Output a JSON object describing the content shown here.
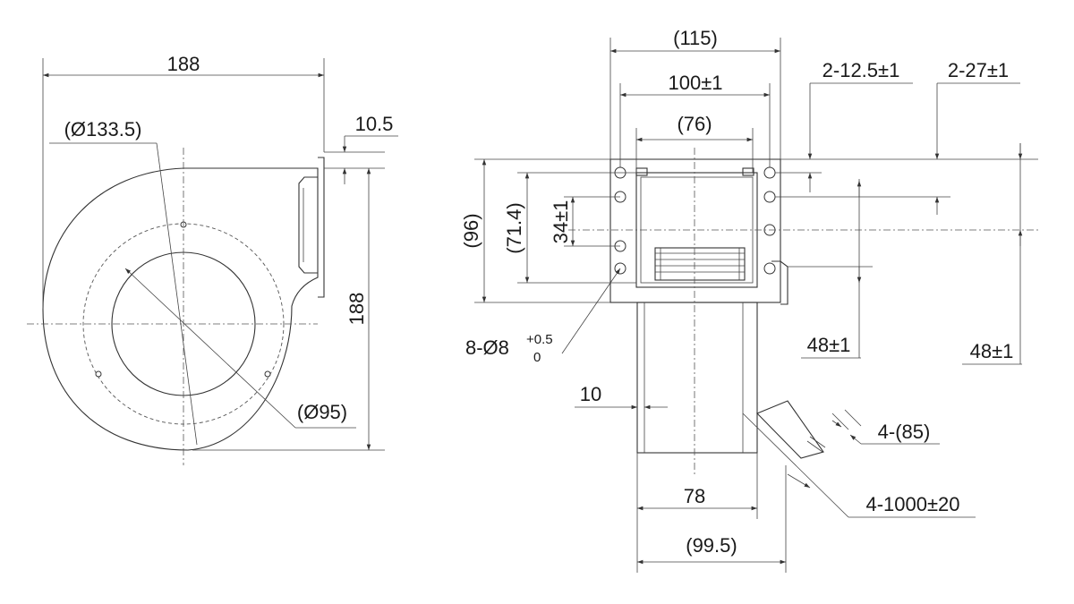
{
  "side_view": {
    "width": "188",
    "height": "188",
    "flange": "10.5",
    "outer_diameter": "(Ø133.5)",
    "inner_diameter": "(Ø95)"
  },
  "front_view": {
    "total_width": "(115)",
    "hole_spacing": "100±1",
    "inner_width": "(76)",
    "slot_width": "2-12.5±1",
    "slot_pitch": "2-27±1",
    "total_height": "(96)",
    "inner_height": "(71.4)",
    "hole_pitch": "34±1",
    "holes": "8-Ø8",
    "hole_tol_upper": "+0.5",
    "hole_tol_lower": "0",
    "offset_left": "48±1",
    "offset_right": "48±1",
    "outlet_wall": "10",
    "outlet_inner": "78",
    "outlet_outer": "(99.5)",
    "wire_count": "4-(85)",
    "wire_length": "4-1000±20"
  }
}
